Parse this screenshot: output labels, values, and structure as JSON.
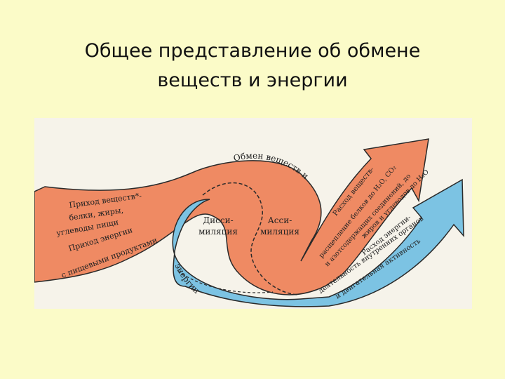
{
  "title": {
    "line1": "Общее представление об обмене",
    "line2": "веществ и энергии"
  },
  "diagram": {
    "top_arc": "Обмен веществ и",
    "bottom_arc": "энергии",
    "center_left_1": "Дисси-",
    "center_left_2": "миляция",
    "center_right_1": "Асси-",
    "center_right_2": "миляция",
    "intake": {
      "line1": "Приход веществ*-",
      "line2": "белки, жиры,",
      "line3": "углеводы пищи",
      "line4": "Приход энергии",
      "line5": "с пищевыми продуктами"
    },
    "output_upper": {
      "line1": "Расход веществ-",
      "line2": "расщепление белков до H₂O, CO₂",
      "line3": "и азотсодержащих соединений, до",
      "line4": "жиров и углеводов до H₂O и CO₂"
    },
    "output_lower": {
      "line1": "Расход энергии-",
      "line2": "деятельность внутренних органов",
      "line3": "и двигательная активность"
    },
    "colors": {
      "slide_bg": "#fbfbc8",
      "orange": "#ef8a63",
      "blue": "#7cc3e3",
      "outline": "#2a2a2a"
    }
  }
}
